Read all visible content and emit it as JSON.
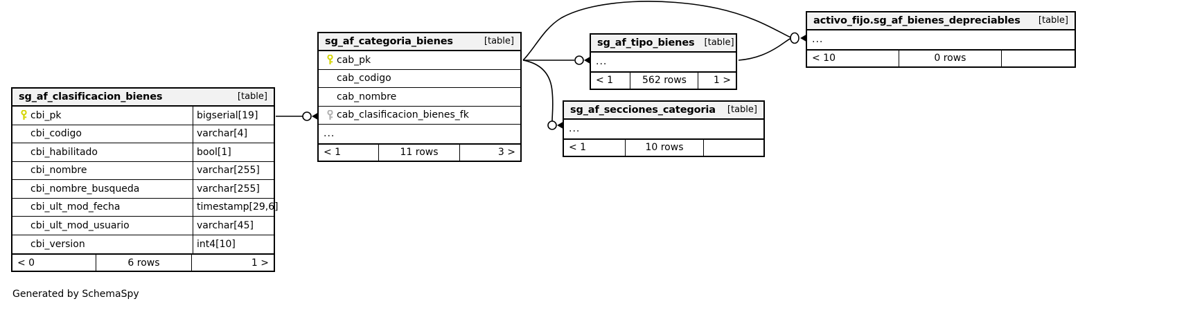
{
  "diagram": {
    "caption": "Generated by SchemaSpy",
    "table_kind_label": "[table]",
    "ellipsis": "...",
    "colors": {
      "background": "#ffffff",
      "table_header_fill": "#f2f2f2",
      "border": "#000000",
      "primary_key_icon": "#d8d800",
      "foreign_key_icon": "#b0b0b0"
    }
  },
  "tables": [
    {
      "id": "clasificacion",
      "name": "sg_af_clasificacion_bienes",
      "kind": "[table]",
      "columns": [
        {
          "name": "cbi_pk",
          "type": "bigserial[19]",
          "key": "primary"
        },
        {
          "name": "cbi_codigo",
          "type": "varchar[4]",
          "key": "none"
        },
        {
          "name": "cbi_habilitado",
          "type": "bool[1]",
          "key": "none"
        },
        {
          "name": "cbi_nombre",
          "type": "varchar[255]",
          "key": "none"
        },
        {
          "name": "cbi_nombre_busqueda",
          "type": "varchar[255]",
          "key": "none"
        },
        {
          "name": "cbi_ult_mod_fecha",
          "type": "timestamp[29,6]",
          "key": "none"
        },
        {
          "name": "cbi_ult_mod_usuario",
          "type": "varchar[45]",
          "key": "none"
        },
        {
          "name": "cbi_version",
          "type": "int4[10]",
          "key": "none"
        }
      ],
      "has_ellipsis_row": false,
      "footer": {
        "left": "< 0",
        "middle": "6 rows",
        "right": "1 >"
      }
    },
    {
      "id": "categoria",
      "name": "sg_af_categoria_bienes",
      "kind": "[table]",
      "columns": [
        {
          "name": "cab_pk",
          "type": "",
          "key": "primary"
        },
        {
          "name": "cab_codigo",
          "type": "",
          "key": "none"
        },
        {
          "name": "cab_nombre",
          "type": "",
          "key": "none"
        },
        {
          "name": "cab_clasificacion_bienes_fk",
          "type": "",
          "key": "foreign"
        }
      ],
      "has_ellipsis_row": true,
      "footer": {
        "left": "< 1",
        "middle": "11 rows",
        "right": "3 >"
      }
    },
    {
      "id": "tipo",
      "name": "sg_af_tipo_bienes",
      "kind": "[table]",
      "columns": [],
      "has_ellipsis_row": true,
      "footer": {
        "left": "< 1",
        "middle": "562 rows",
        "right": "1 >"
      }
    },
    {
      "id": "secciones",
      "name": "sg_af_secciones_categoria",
      "kind": "[table]",
      "columns": [],
      "has_ellipsis_row": true,
      "footer": {
        "left": "< 1",
        "middle": "10 rows",
        "right": ""
      }
    },
    {
      "id": "depreciables",
      "name": "activo_fijo.sg_af_bienes_depreciables",
      "kind": "[table]",
      "columns": [],
      "has_ellipsis_row": true,
      "footer": {
        "left": "< 10",
        "middle": "0 rows",
        "right": ""
      }
    }
  ],
  "relationships": [
    {
      "from": "sg_af_clasificacion_bienes",
      "to": "sg_af_categoria_bienes",
      "from_column": "cbi_pk",
      "to_column": "cab_clasificacion_bienes_fk"
    },
    {
      "from": "sg_af_categoria_bienes",
      "to": "sg_af_tipo_bienes",
      "from_column": "cab_pk",
      "to_column": ""
    },
    {
      "from": "sg_af_categoria_bienes",
      "to": "sg_af_secciones_categoria",
      "from_column": "cab_pk",
      "to_column": ""
    },
    {
      "from": "sg_af_categoria_bienes",
      "to": "activo_fijo.sg_af_bienes_depreciables",
      "from_column": "cab_pk",
      "to_column": ""
    },
    {
      "from": "sg_af_tipo_bienes",
      "to": "activo_fijo.sg_af_bienes_depreciables",
      "from_column": "",
      "to_column": ""
    }
  ]
}
